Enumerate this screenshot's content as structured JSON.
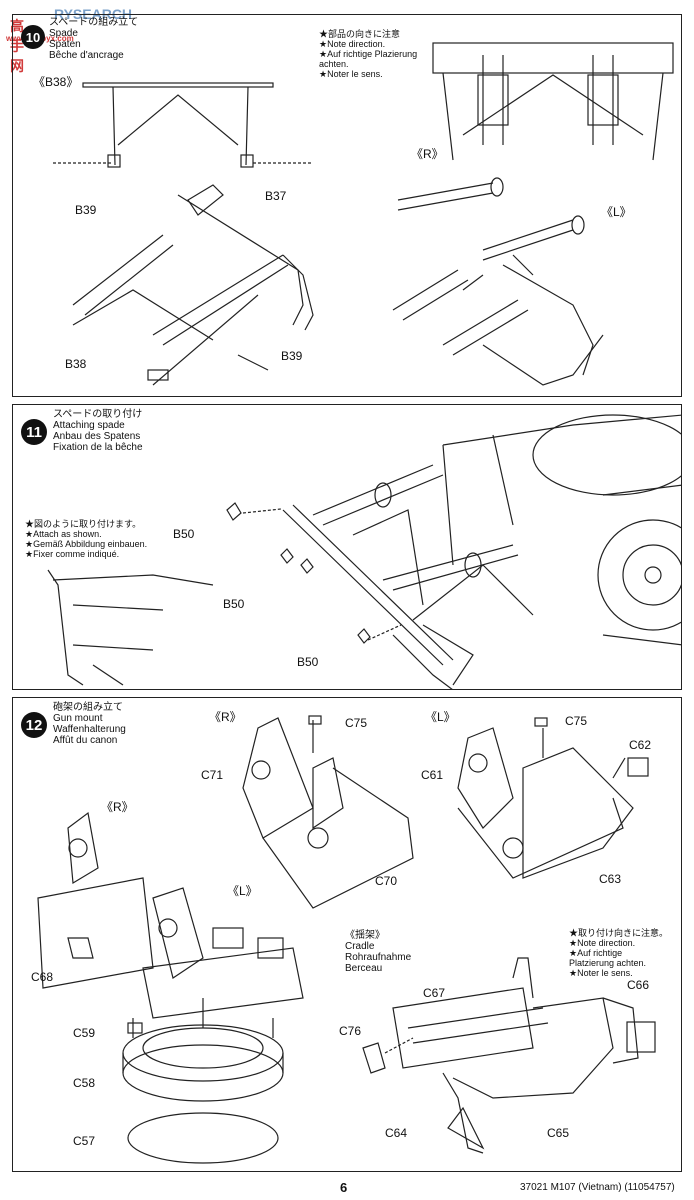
{
  "watermark": {
    "brand": "RYSEARCH",
    "sub": "高手网",
    "url": "www.hobbyx.com"
  },
  "step10": {
    "jp": "スペードの組み立て",
    "en": "Spade",
    "de": "Spaten",
    "fr": "Bêche d'ancrage",
    "note": [
      "★部品の向きに注意",
      "★Note direction.",
      "★Auf richtige Plazierung",
      "achten.",
      "★Noter le sens."
    ],
    "labels": {
      "b38_top": "《B38》",
      "b39_a": "B39",
      "b37": "B37",
      "b38": "B38",
      "b39_b": "B39",
      "r": "《R》",
      "l": "《L》"
    }
  },
  "step11": {
    "number": "11",
    "jp": "スペードの取り付け",
    "en": "Attaching spade",
    "de": "Anbau des Spatens",
    "fr": "Fixation de la bêche",
    "note": [
      "★図のように取り付けます。",
      "★Attach as shown.",
      "★Gemäß Abbildung einbauen.",
      "★Fixer comme indiqué."
    ],
    "labels": {
      "b50_a": "B50",
      "b50_b": "B50",
      "b50_c": "B50"
    }
  },
  "step12": {
    "number": "12",
    "jp": "砲架の組み立て",
    "en": "Gun mount",
    "de": "Waffenhalterung",
    "fr": "Affût du canon",
    "labels": {
      "r_top": "《R》",
      "l_top": "《L》",
      "c75_a": "C75",
      "c75_b": "C75",
      "c71": "C71",
      "c70": "C70",
      "c61": "C61",
      "c62": "C62",
      "c63": "C63",
      "r_left": "《R》",
      "l_left": "《L》",
      "c68": "C68",
      "c59": "C59",
      "c58": "C58",
      "c57": "C57",
      "c67": "C67",
      "c66": "C66",
      "c76": "C76",
      "c64": "C64",
      "c65": "C65"
    },
    "cradle": {
      "jp": "《揺架》",
      "en": "Cradle",
      "de": "Rohraufnahme",
      "fr": "Berceau"
    },
    "note": [
      "★取り付け向きに注意。",
      "★Note direction.",
      "★Auf richtige",
      "Platzierung achten.",
      "★Noter le sens."
    ]
  },
  "footer": {
    "page": "6",
    "code": "37021 M107 (Vietnam) (11054757)"
  }
}
